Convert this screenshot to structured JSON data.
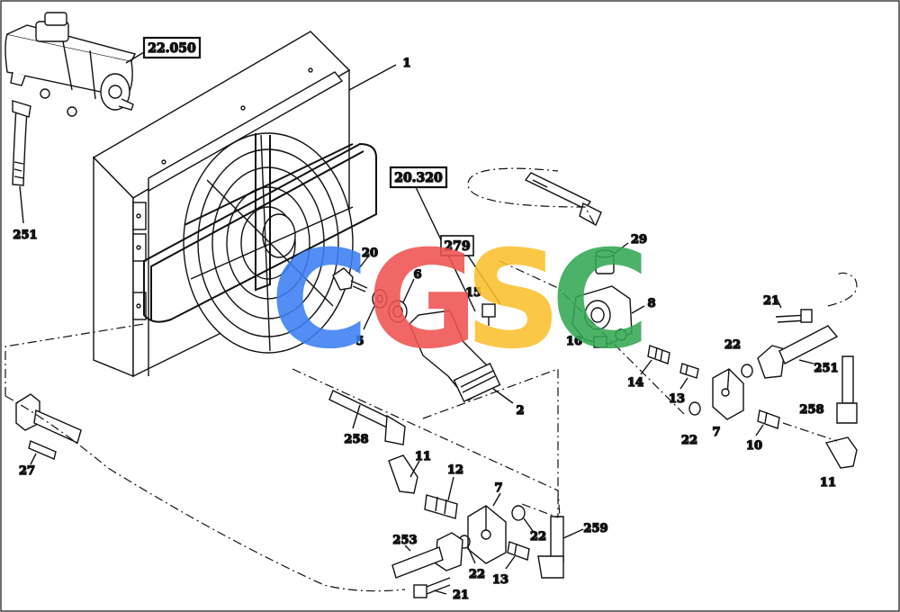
{
  "references": {
    "motor": "22.050",
    "hose_group": "20.320",
    "callout_279": "279"
  },
  "labels": {
    "l1": "1",
    "l2": "2",
    "l5": "5",
    "l6": "6",
    "l7a": "7",
    "l7b": "7",
    "l8": "8",
    "l10": "10",
    "l11a": "11",
    "l11b": "11",
    "l12": "12",
    "l13a": "13",
    "l13b": "13",
    "l14": "14",
    "l15": "15",
    "l16": "16",
    "l20": "20",
    "l21a": "21",
    "l21b": "21",
    "l22a": "22",
    "l22b": "22",
    "l22c": "22",
    "l22d": "22",
    "l27": "27",
    "l29": "29",
    "l251a": "251",
    "l251b": "251",
    "l253": "253",
    "l258a": "258",
    "l258b": "258",
    "l259": "259"
  },
  "watermark": {
    "letters": [
      "C",
      "G",
      "S",
      "C"
    ],
    "colors": [
      "#3b7ff2",
      "#ef5350",
      "#fbc02d",
      "#34a853"
    ]
  }
}
